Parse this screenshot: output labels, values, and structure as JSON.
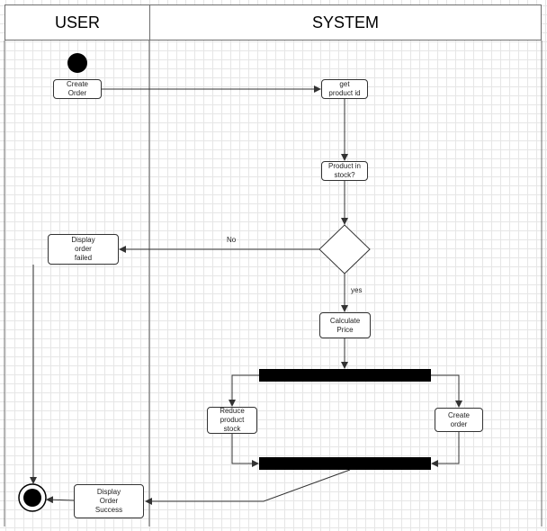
{
  "lanes": {
    "user": "USER",
    "system": "SYSTEM"
  },
  "nodes": {
    "create_order": "Create\nOrder",
    "get_product_id": "get\nproduct id",
    "product_in_stock": "Product in\nstock?",
    "display_order_failed": "Display\norder\nfailed",
    "calculate_price": "Calculate\nPrice",
    "reduce_product_stock": "Reduce\nproduct\nstock",
    "create_order_system": "Create\norder",
    "display_order_success": "Display\nOrder\nSuccess"
  },
  "edge_labels": {
    "no": "No",
    "yes": "yes"
  },
  "colors": {
    "stroke": "#333333",
    "grid": "#e6e6e6",
    "bar": "#000000"
  }
}
